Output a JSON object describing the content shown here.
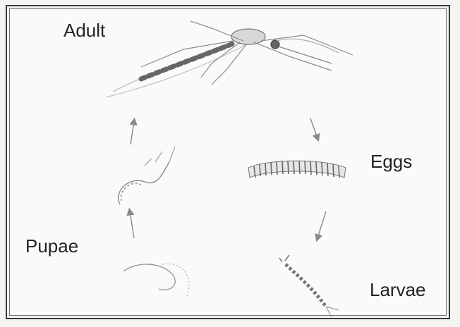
{
  "diagram": {
    "stages": {
      "adult": "Adult",
      "eggs": "Eggs",
      "larvae": "Larvae",
      "pupae": "Pupae"
    },
    "colors": {
      "border": "#3a3a3a",
      "ink": "#222222",
      "arrow": "#8a8a8a",
      "background": "#fafaf8"
    },
    "icons": [
      "mosquito-adult-icon",
      "egg-raft-icon",
      "larva-icon",
      "pupa-icon",
      "cycle-arrow-icon"
    ]
  }
}
